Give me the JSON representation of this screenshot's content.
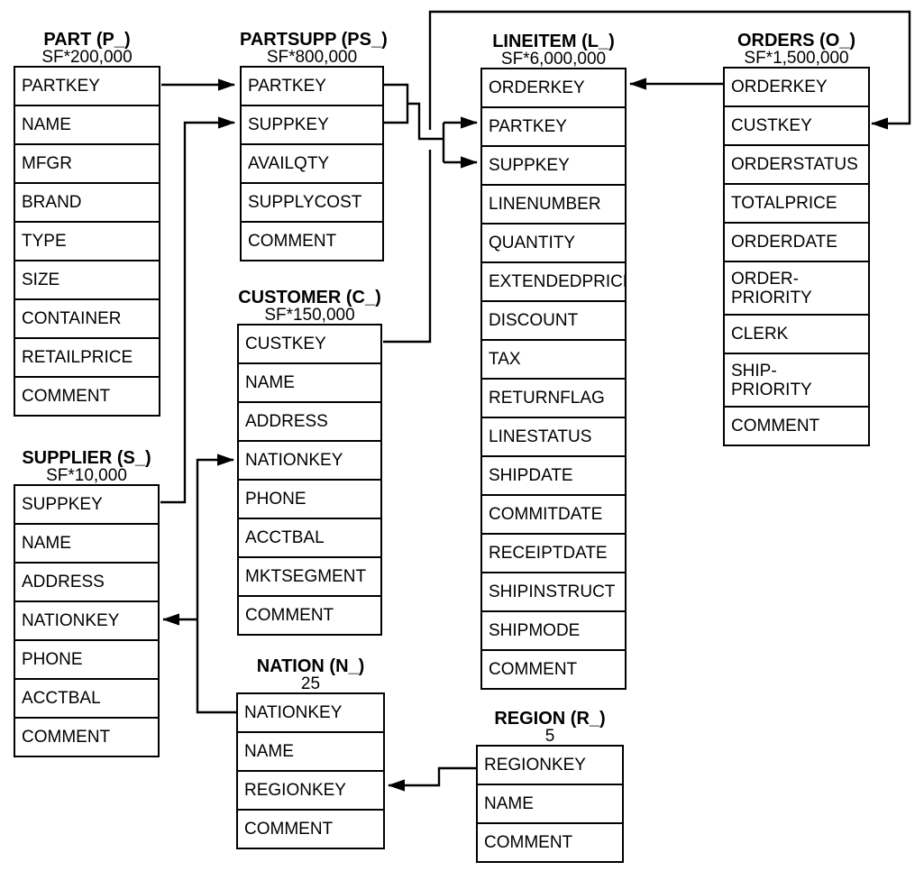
{
  "page": {
    "background_color": "#ffffff",
    "line_color": "#000000"
  },
  "diagram": {
    "tables": [
      {
        "id": "part",
        "title": "PART (P_)",
        "cardinality": "SF*200,000",
        "columns": [
          "PARTKEY",
          "NAME",
          "MFGR",
          "BRAND",
          "TYPE",
          "SIZE",
          "CONTAINER",
          "RETAILPRICE",
          "COMMENT"
        ]
      },
      {
        "id": "partsupp",
        "title": "PARTSUPP (PS_)",
        "cardinality": "SF*800,000",
        "columns": [
          "PARTKEY",
          "SUPPKEY",
          "AVAILQTY",
          "SUPPLYCOST",
          "COMMENT"
        ]
      },
      {
        "id": "lineitem",
        "title": "LINEITEM (L_)",
        "cardinality": "SF*6,000,000",
        "columns": [
          "ORDERKEY",
          "PARTKEY",
          "SUPPKEY",
          "LINENUMBER",
          "QUANTITY",
          "EXTENDEDPRICE",
          "DISCOUNT",
          "TAX",
          "RETURNFLAG",
          "LINESTATUS",
          "SHIPDATE",
          "COMMITDATE",
          "RECEIPTDATE",
          "SHIPINSTRUCT",
          "SHIPMODE",
          "COMMENT"
        ]
      },
      {
        "id": "orders",
        "title": "ORDERS (O_)",
        "cardinality": "SF*1,500,000",
        "columns": [
          "ORDERKEY",
          "CUSTKEY",
          "ORDERSTATUS",
          "TOTALPRICE",
          "ORDERDATE",
          "ORDER-\nPRIORITY",
          "CLERK",
          "SHIP-\nPRIORITY",
          "COMMENT"
        ]
      },
      {
        "id": "customer",
        "title": "CUSTOMER (C_)",
        "cardinality": "SF*150,000",
        "columns": [
          "CUSTKEY",
          "NAME",
          "ADDRESS",
          "NATIONKEY",
          "PHONE",
          "ACCTBAL",
          "MKTSEGMENT",
          "COMMENT"
        ]
      },
      {
        "id": "supplier",
        "title": "SUPPLIER (S_)",
        "cardinality": "SF*10,000",
        "columns": [
          "SUPPKEY",
          "NAME",
          "ADDRESS",
          "NATIONKEY",
          "PHONE",
          "ACCTBAL",
          "COMMENT"
        ]
      },
      {
        "id": "nation",
        "title": "NATION (N_)",
        "cardinality": "25",
        "columns": [
          "NATIONKEY",
          "NAME",
          "REGIONKEY",
          "COMMENT"
        ]
      },
      {
        "id": "region",
        "title": "REGION (R_)",
        "cardinality": "5",
        "columns": [
          "REGIONKEY",
          "NAME",
          "COMMENT"
        ]
      }
    ],
    "relationships": [
      {
        "from": "PART.PARTKEY",
        "to": "PARTSUPP.PARTKEY"
      },
      {
        "from": "SUPPLIER.SUPPKEY",
        "to": "PARTSUPP.SUPPKEY"
      },
      {
        "from": "PARTSUPP.PARTKEY",
        "to": "LINEITEM.PARTKEY"
      },
      {
        "from": "PARTSUPP.SUPPKEY",
        "to": "LINEITEM.SUPPKEY"
      },
      {
        "from": "ORDERS.ORDERKEY",
        "to": "LINEITEM.ORDERKEY"
      },
      {
        "from": "CUSTOMER.CUSTKEY",
        "to": "ORDERS.CUSTKEY"
      },
      {
        "from": "NATION.NATIONKEY",
        "to": "CUSTOMER.NATIONKEY"
      },
      {
        "from": "NATION.NATIONKEY",
        "to": "SUPPLIER.NATIONKEY"
      },
      {
        "from": "REGION.REGIONKEY",
        "to": "NATION.REGIONKEY"
      }
    ]
  }
}
